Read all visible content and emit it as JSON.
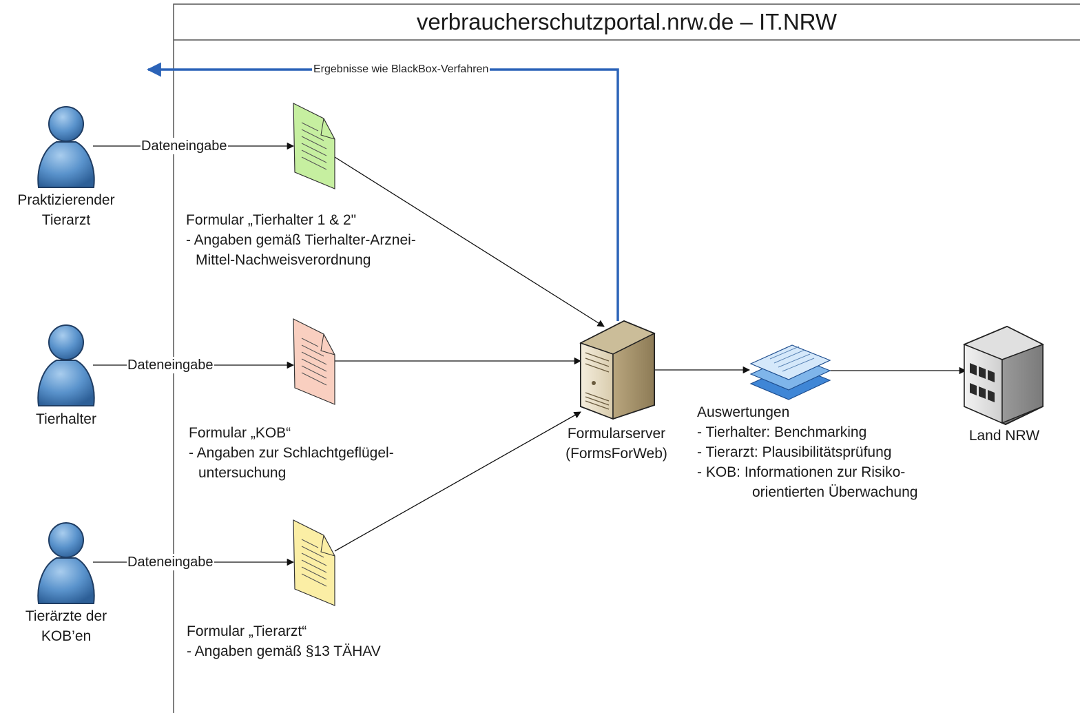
{
  "header": {
    "title": "verbraucherschutzportal.nrw.de – IT.NRW"
  },
  "feedback_flow": {
    "label": "Ergebnisse wie BlackBox-Verfahren",
    "color": "#2b63b8"
  },
  "actors": [
    {
      "name_lines": [
        "Praktizierender",
        "Tierarzt"
      ],
      "edge_label": "Dateneingabe"
    },
    {
      "name_lines": [
        "Tierhalter"
      ],
      "edge_label": "Dateneingabe"
    },
    {
      "name_lines": [
        "Tierärzte der",
        "KOB’en"
      ],
      "edge_label": "Dateneingabe"
    }
  ],
  "forms": [
    {
      "color": "#c6efa0",
      "description_lines": [
        "Formular „Tierhalter 1 & 2\"",
        "- Angaben gemäß Tierhalter-Arznei-",
        "Mittel-Nachweisverordnung"
      ]
    },
    {
      "color": "#f9cfc0",
      "description_lines": [
        "Formular „KOB“",
        "- Angaben zur Schlachtgeflügel-",
        "untersuchung"
      ]
    },
    {
      "color": "#fbeea5",
      "description_lines": [
        "Formular „Tierarzt“",
        "- Angaben gemäß §13 TÄHAV"
      ]
    }
  ],
  "server": {
    "label_lines": [
      "Formularserver",
      "(FormsForWeb)"
    ]
  },
  "evaluations": {
    "lines": [
      "Auswertungen",
      "- Tierhalter: Benchmarking",
      "- Tierarzt: Plausibilitätsprüfung",
      "- KOB: Informationen zur Risiko-",
      "orientierten Überwachung"
    ]
  },
  "destination": {
    "label": "Land NRW"
  }
}
